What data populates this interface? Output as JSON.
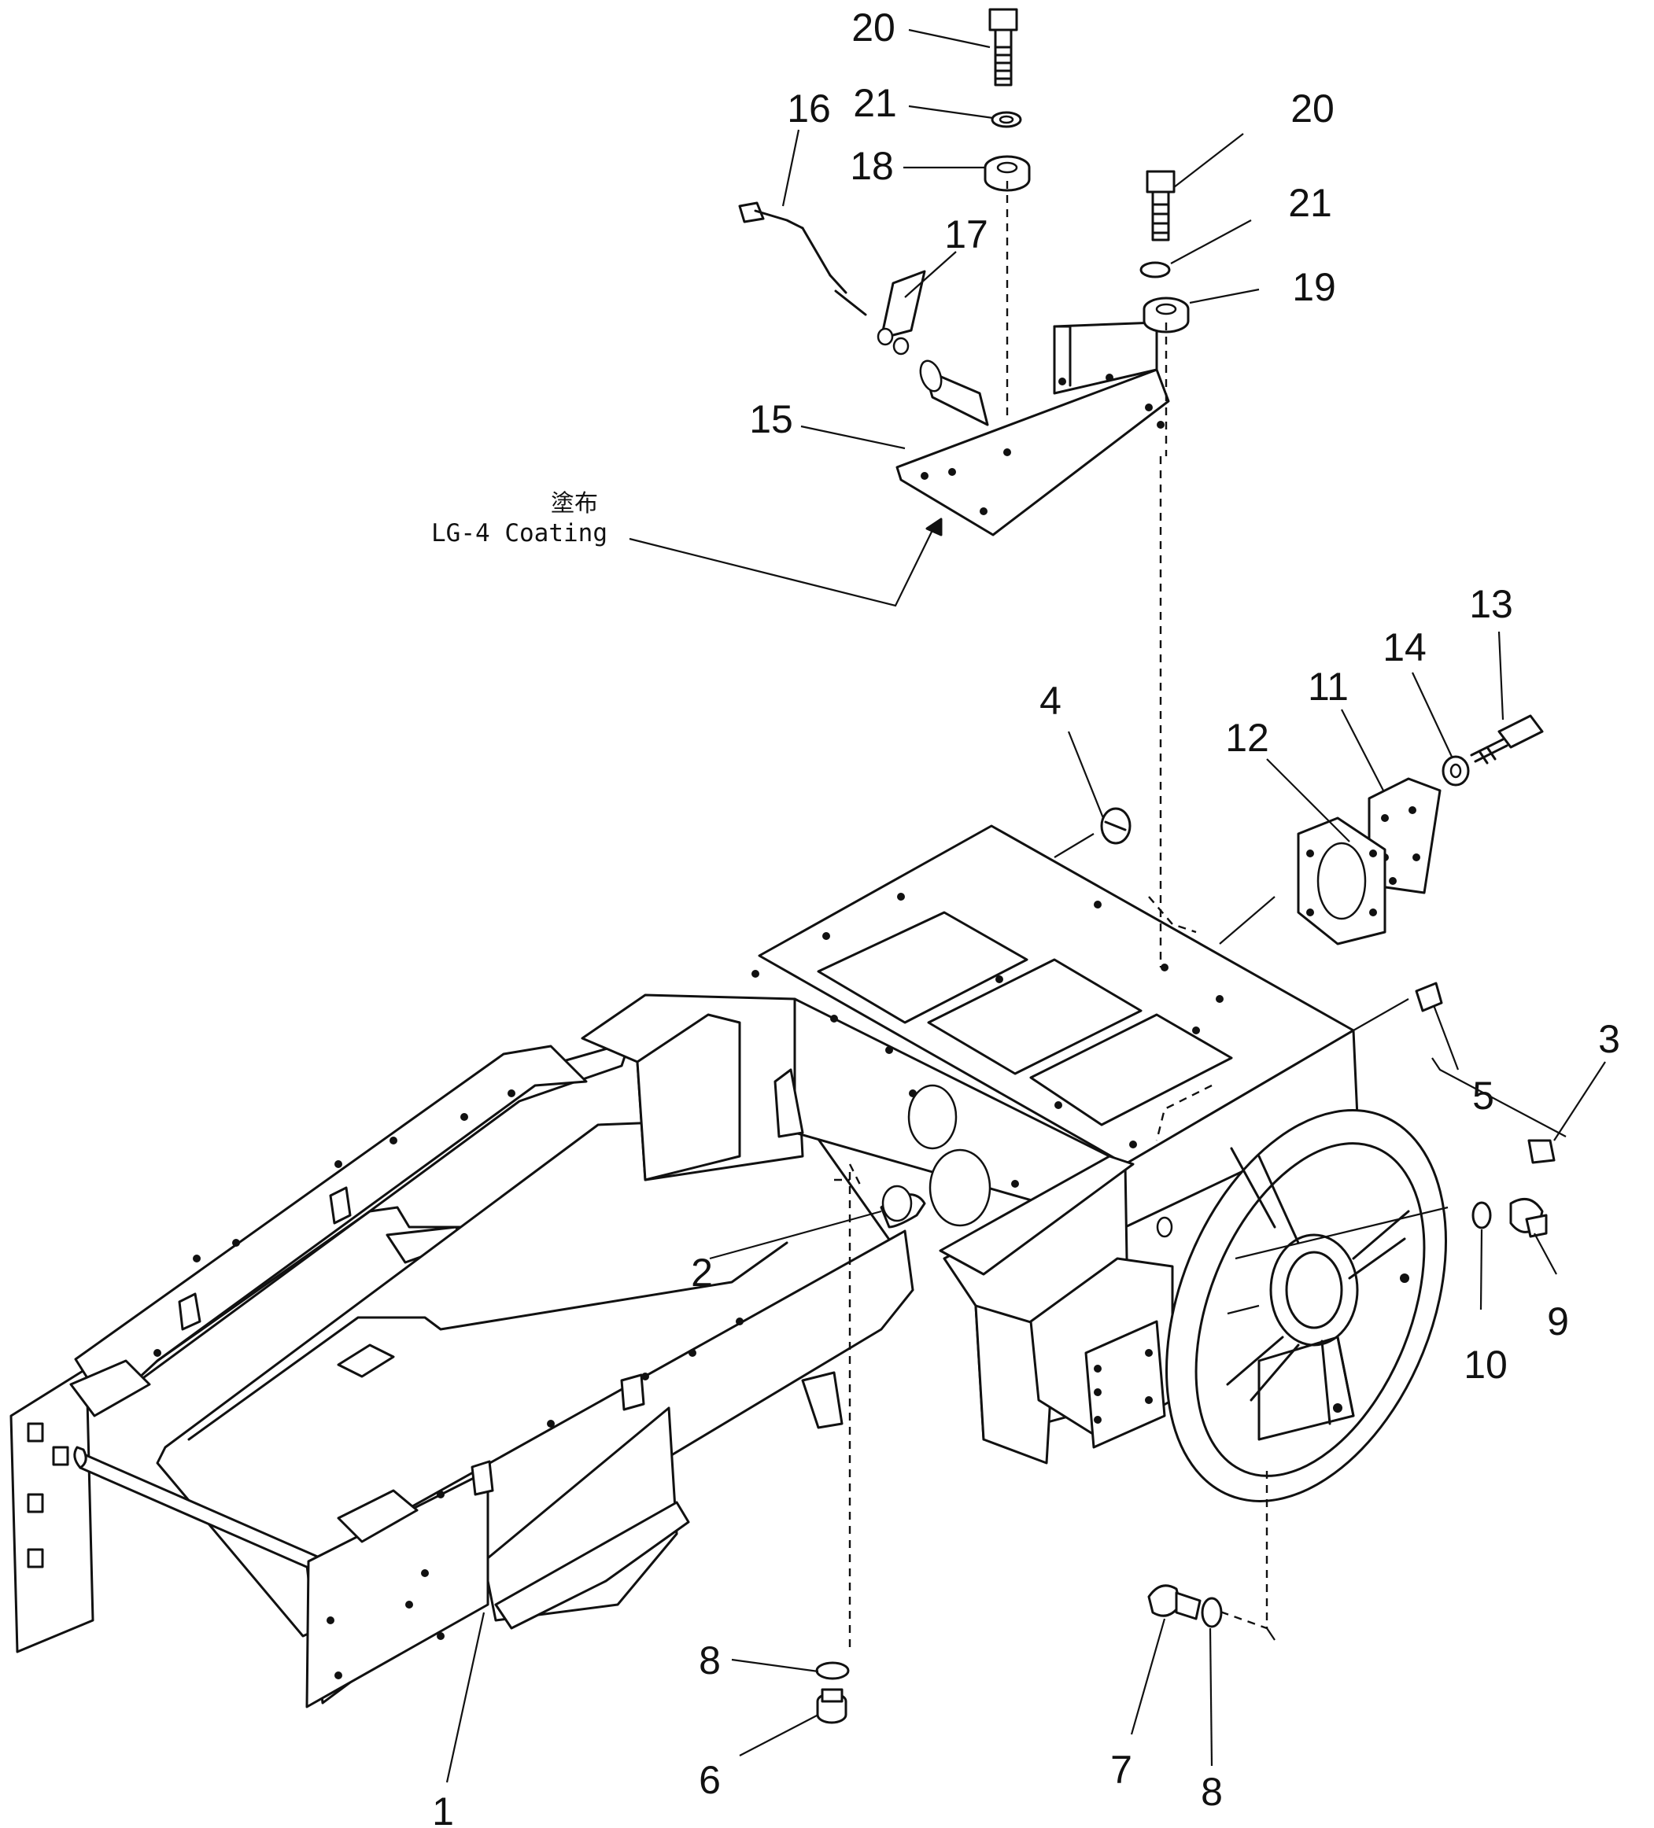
{
  "callouts": {
    "c20a": "20",
    "c21a": "21",
    "c18": "18",
    "c16": "16",
    "c17": "17",
    "c20b": "20",
    "c21b": "21",
    "c19": "19",
    "c15": "15",
    "c4": "4",
    "c12": "12",
    "c11": "11",
    "c14": "14",
    "c13": "13",
    "c5": "5",
    "c3": "3",
    "c2": "2",
    "c9": "9",
    "c10": "10",
    "c8a": "8",
    "c6": "6",
    "c7": "7",
    "c8b": "8",
    "c1": "1"
  },
  "note": {
    "cjk": "塗布",
    "text": "LG-4 Coating"
  }
}
